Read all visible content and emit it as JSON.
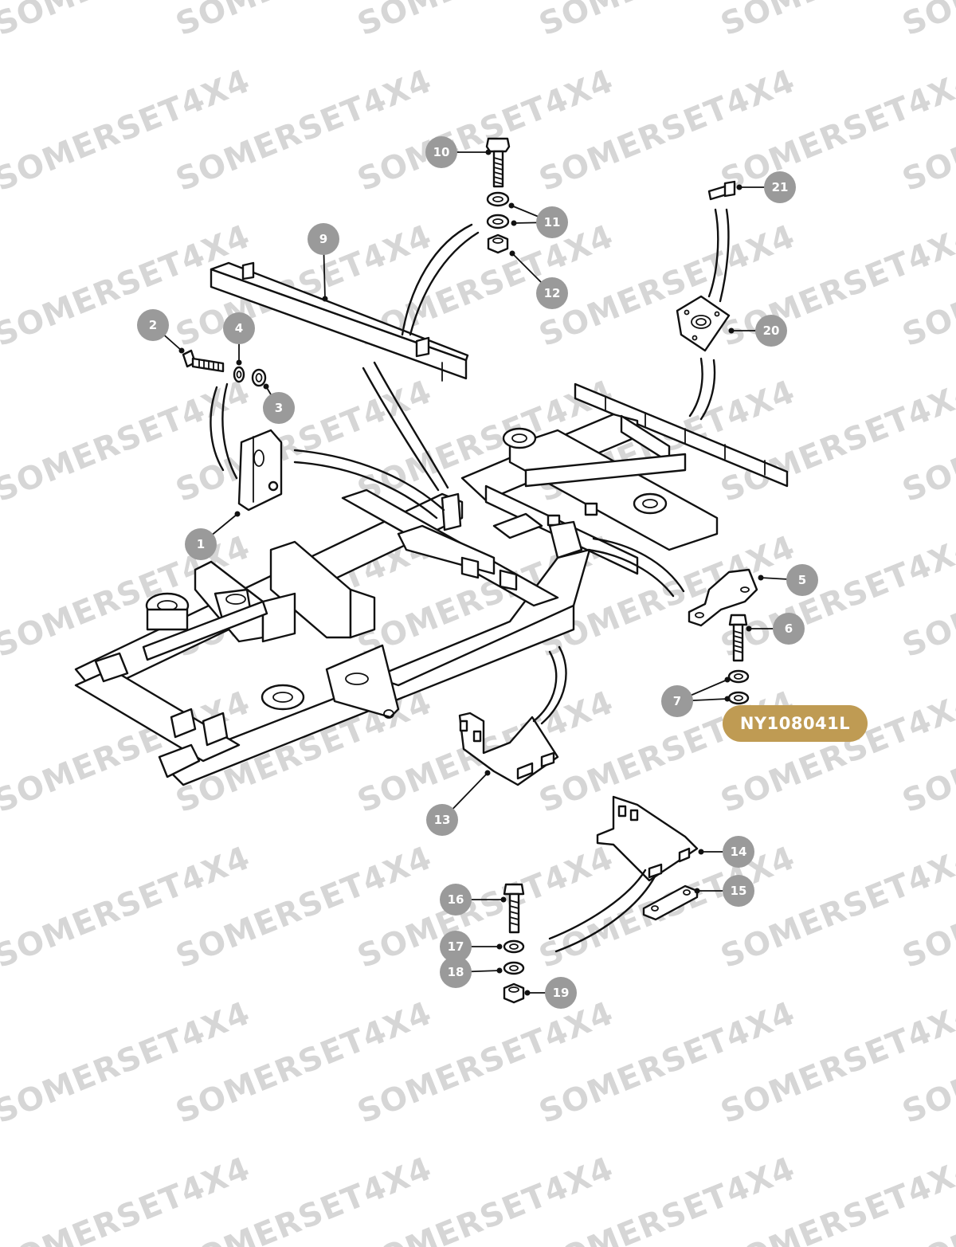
{
  "watermark": {
    "text": "SOMERSET4X4"
  },
  "part_number": "NY108041L",
  "callouts": [
    {
      "label": "1"
    },
    {
      "label": "2"
    },
    {
      "label": "3"
    },
    {
      "label": "4"
    },
    {
      "label": "5"
    },
    {
      "label": "6"
    },
    {
      "label": "7"
    },
    {
      "label": "9"
    },
    {
      "label": "10"
    },
    {
      "label": "11"
    },
    {
      "label": "12"
    },
    {
      "label": "13"
    },
    {
      "label": "14"
    },
    {
      "label": "15"
    },
    {
      "label": "16"
    },
    {
      "label": "17"
    },
    {
      "label": "18"
    },
    {
      "label": "19"
    },
    {
      "label": "20"
    },
    {
      "label": "21"
    }
  ],
  "colors": {
    "badge": "#9a9a9a",
    "part_tag": "#bf9b53",
    "watermark": "#d6d6d6",
    "line": "#111111"
  }
}
